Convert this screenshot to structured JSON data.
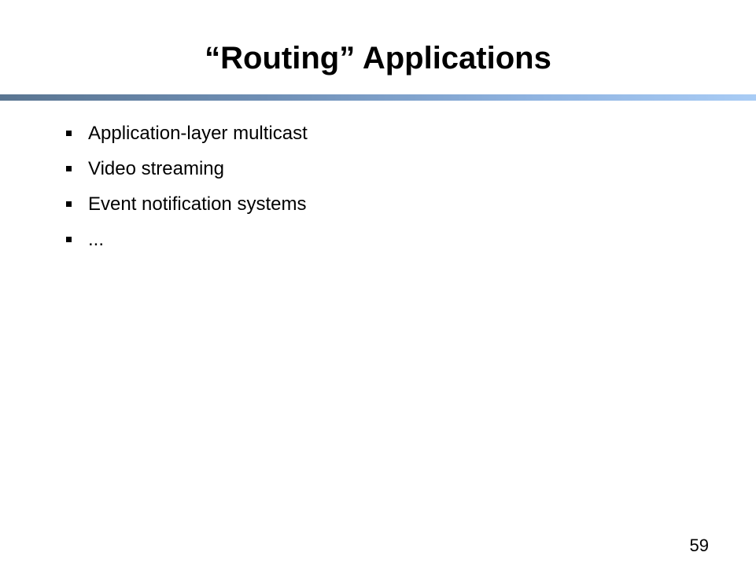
{
  "slide": {
    "title": "“Routing” Applications",
    "bullets": [
      {
        "text": "Application-layer multicast"
      },
      {
        "text": "Video streaming"
      },
      {
        "text": "Event notification systems"
      },
      {
        "text": "..."
      }
    ],
    "page_number": "59"
  },
  "colors": {
    "rule_gradient": [
      "#5a7591",
      "#6f8fb5",
      "#8fb3e0",
      "#a9ccf5"
    ]
  }
}
